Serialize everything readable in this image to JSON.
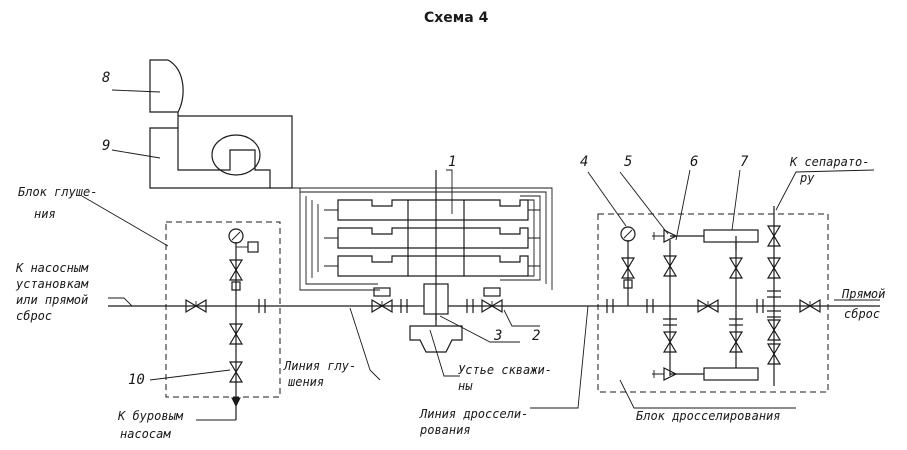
{
  "title": "Схема 4",
  "numbers": {
    "n1": "1",
    "n2": "2",
    "n3": "3",
    "n4": "4",
    "n5": "5",
    "n6": "6",
    "n7": "7",
    "n8": "8",
    "n9": "9",
    "n10": "10"
  },
  "labels": {
    "kill_block_1": "Блок глуше-",
    "kill_block_2": "ния",
    "to_pumps_1": "К насосным",
    "to_pumps_2": "установкам",
    "to_pumps_3": "или прямой",
    "to_pumps_4": "сброс",
    "to_rig_pumps_1": "К буровым",
    "to_rig_pumps_2": "насосам",
    "kill_line_1": "Линия глу-",
    "kill_line_2": "шения",
    "wellhead_1": "Устье скважи-",
    "wellhead_2": "ны",
    "choke_line_1": "Линия дроссели-",
    "choke_line_2": "рования",
    "choke_block": "Блок дросселирования",
    "to_separator_1": "К сепарато-",
    "to_separator_2": "ру",
    "direct_1": "Прямой",
    "direct_2": "сброс"
  }
}
